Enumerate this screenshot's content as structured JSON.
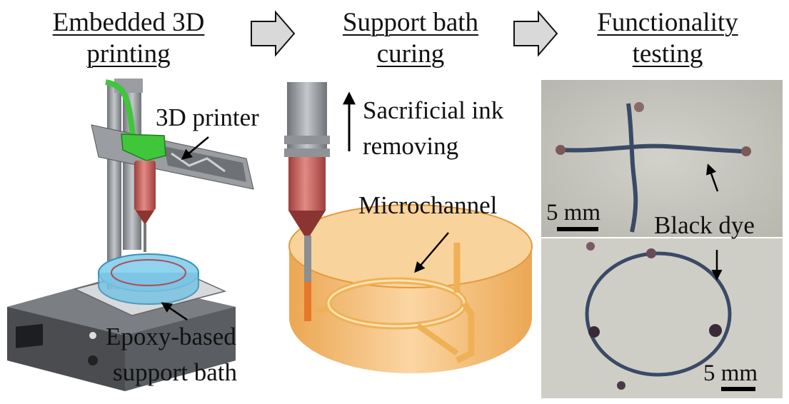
{
  "headings": [
    {
      "line1": "Embedded 3D",
      "line2": "printing"
    },
    {
      "line1": "Support bath",
      "line2": "curing"
    },
    {
      "line1": "Functionality",
      "line2": "testing"
    }
  ],
  "labels": {
    "printer": "3D printer",
    "support_bath_1": "Epoxy-based",
    "support_bath_2": "support bath",
    "ink_removing_1": "Sacrificial ink",
    "ink_removing_2": "removing",
    "microchannel": "Microchannel",
    "black_dye": "Black dye",
    "scale_top": "5 mm",
    "scale_bottom": "5 mm"
  },
  "colors": {
    "frame_gray": "#8a8d91",
    "printer_green": "#3fc63a",
    "syringe_red": "#c8655f",
    "bath_blue": "#8fd3ee",
    "epoxy_orange": "#f4b866",
    "photo_bg": "#c9c8c0",
    "dye": "#3a4a66"
  }
}
